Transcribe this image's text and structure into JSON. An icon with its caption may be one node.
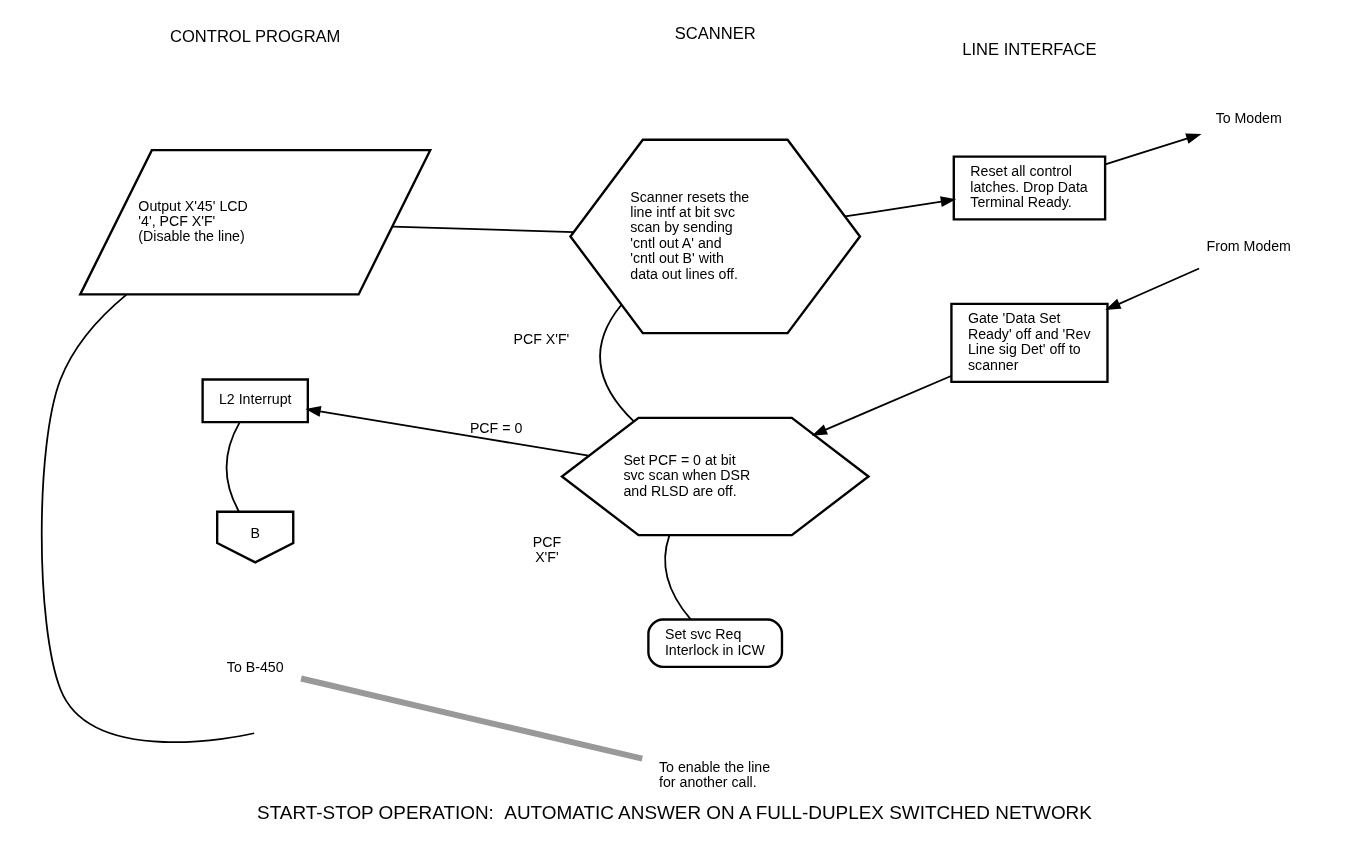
{
  "diagram": {
    "caption": "START-STOP OPERATION:  AUTOMATIC ANSWER ON A FULL-DUPLEX SWITCHED NETWORK",
    "nodes": [
      {
        "text": [
          "Output X'45' LCD '4', PCF X'F' (Disable the line)"
        ]
      },
      {
        "text": [
          "Scanner resets the line intf at bit svc scan by sending 'cntl out A' and 'cntl out B' with data out lines off."
        ],
        "beside": [
          "PCF X'F'"
        ]
      },
      {
        "text": [
          "Reset all control latches. Drop Data Terminal Ready."
        ]
      },
      {
        "text": [
          "To Modem"
        ]
      },
      {
        "text": [
          "Set PCF = 0 at bit svc scan when DSR and RLSD are off."
        ],
        "beside": [
          "PCF",
          "X'F'"
        ]
      },
      {
        "text": [
          "Gate 'Data Set Ready' off and 'Rev Line sig Det' off to scanner"
        ]
      },
      {
        "text": [
          "From Modem"
        ]
      },
      {
        "text": [
          "L2 Interrupt"
        ]
      },
      {
        "text": [
          "Set svc Req Interlock in ICW"
        ]
      },
      {
        "text": [
          "B"
        ]
      },
      {
        "text": [
          "To B-450"
        ]
      },
      {
        "text": [
          "To enable the line for another call."
        ]
      }
    ],
    "edges": [
      {
        "from": 0,
        "to": null,
        "arrow": "none"
      },
      {
        "from": 0,
        "to": 1,
        "arrow": "none"
      },
      {
        "from": 1,
        "to": 2,
        "arrow": "to"
      },
      {
        "from": 2,
        "to": 3,
        "arrow": "to"
      },
      {
        "from": 1,
        "to": 4,
        "arrow": "none"
      },
      {
        "from": 6,
        "to": 5,
        "arrow": "to"
      },
      {
        "from": 5,
        "to": 4,
        "arrow": "to"
      },
      {
        "from": 4,
        "to": 7,
        "arrow": "to",
        "label": "PCF = 0"
      },
      {
        "from": 4,
        "to": 8,
        "arrow": "none"
      },
      {
        "from": 7,
        "to": 9,
        "arrow": "none"
      },
      {
        "from": 11,
        "to": 10,
        "arrow": "none",
        "style": "thick",
        "color": "#999999"
      }
    ],
    "labels": [
      "CONTROL PROGRAM",
      "SCANNER",
      "LINE INTERFACE"
    ]
  }
}
